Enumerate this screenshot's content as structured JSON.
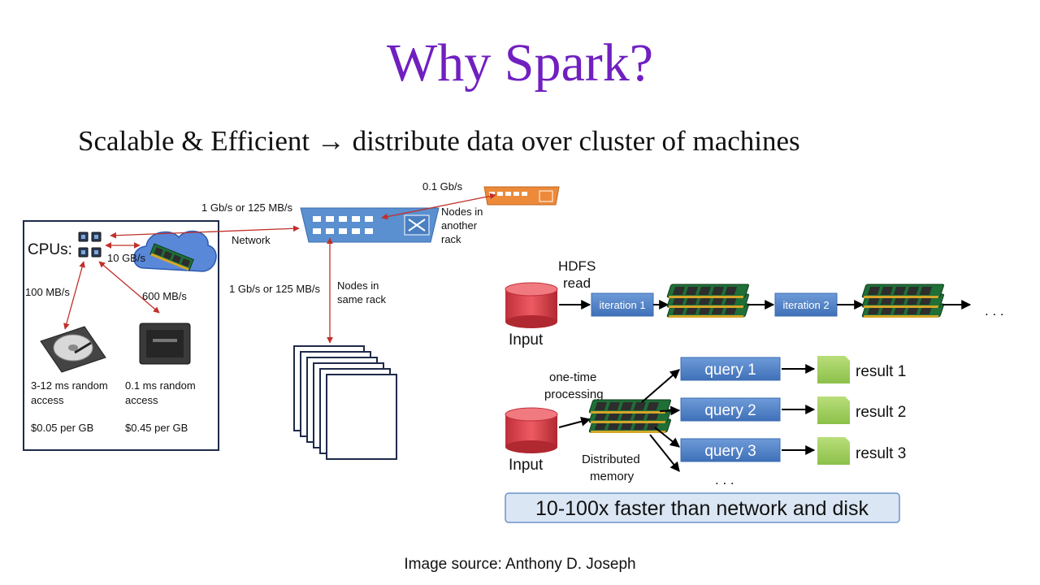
{
  "slide": {
    "title": "Why Spark?",
    "subtitle": "Scalable & Efficient → distribute data over cluster of machines",
    "source": "Image source: Anthony D. Joseph"
  },
  "left": {
    "cpus": "CPUs:",
    "ram_bw": "10 GB/s",
    "hdd_bw": "100 MB/s",
    "ssd_bw": "600 MB/s",
    "hdd_line1": "3-12 ms random",
    "hdd_line2": "access",
    "hdd_cost": "$0.05 per GB",
    "ssd_line1": "0.1 ms random",
    "ssd_line2": "access",
    "ssd_cost": "$0.45 per GB"
  },
  "network": {
    "link_node": "1 Gb/s or 125 MB/s",
    "network_label": "Network",
    "link_rack": "0.1 Gb/s",
    "other_rack_1": "Nodes in",
    "other_rack_2": "another",
    "other_rack_3": "rack",
    "link_same": "1 Gb/s or 125 MB/s",
    "same_rack_1": "Nodes in",
    "same_rack_2": "same rack"
  },
  "pipeline": {
    "hdfs_1": "HDFS",
    "hdfs_2": "read",
    "input": "Input",
    "iter1": "iteration 1",
    "iter2": "iteration 2",
    "dots": ". . ."
  },
  "queries": {
    "input": "Input",
    "onetime_1": "one-time",
    "onetime_2": "processing",
    "dist_1": "Distributed",
    "dist_2": "memory",
    "q1": "query 1",
    "q2": "query 2",
    "q3": "query 3",
    "r1": "result 1",
    "r2": "result 2",
    "r3": "result 3",
    "dots": ". . .",
    "callout": "10-100x faster than network and disk"
  }
}
